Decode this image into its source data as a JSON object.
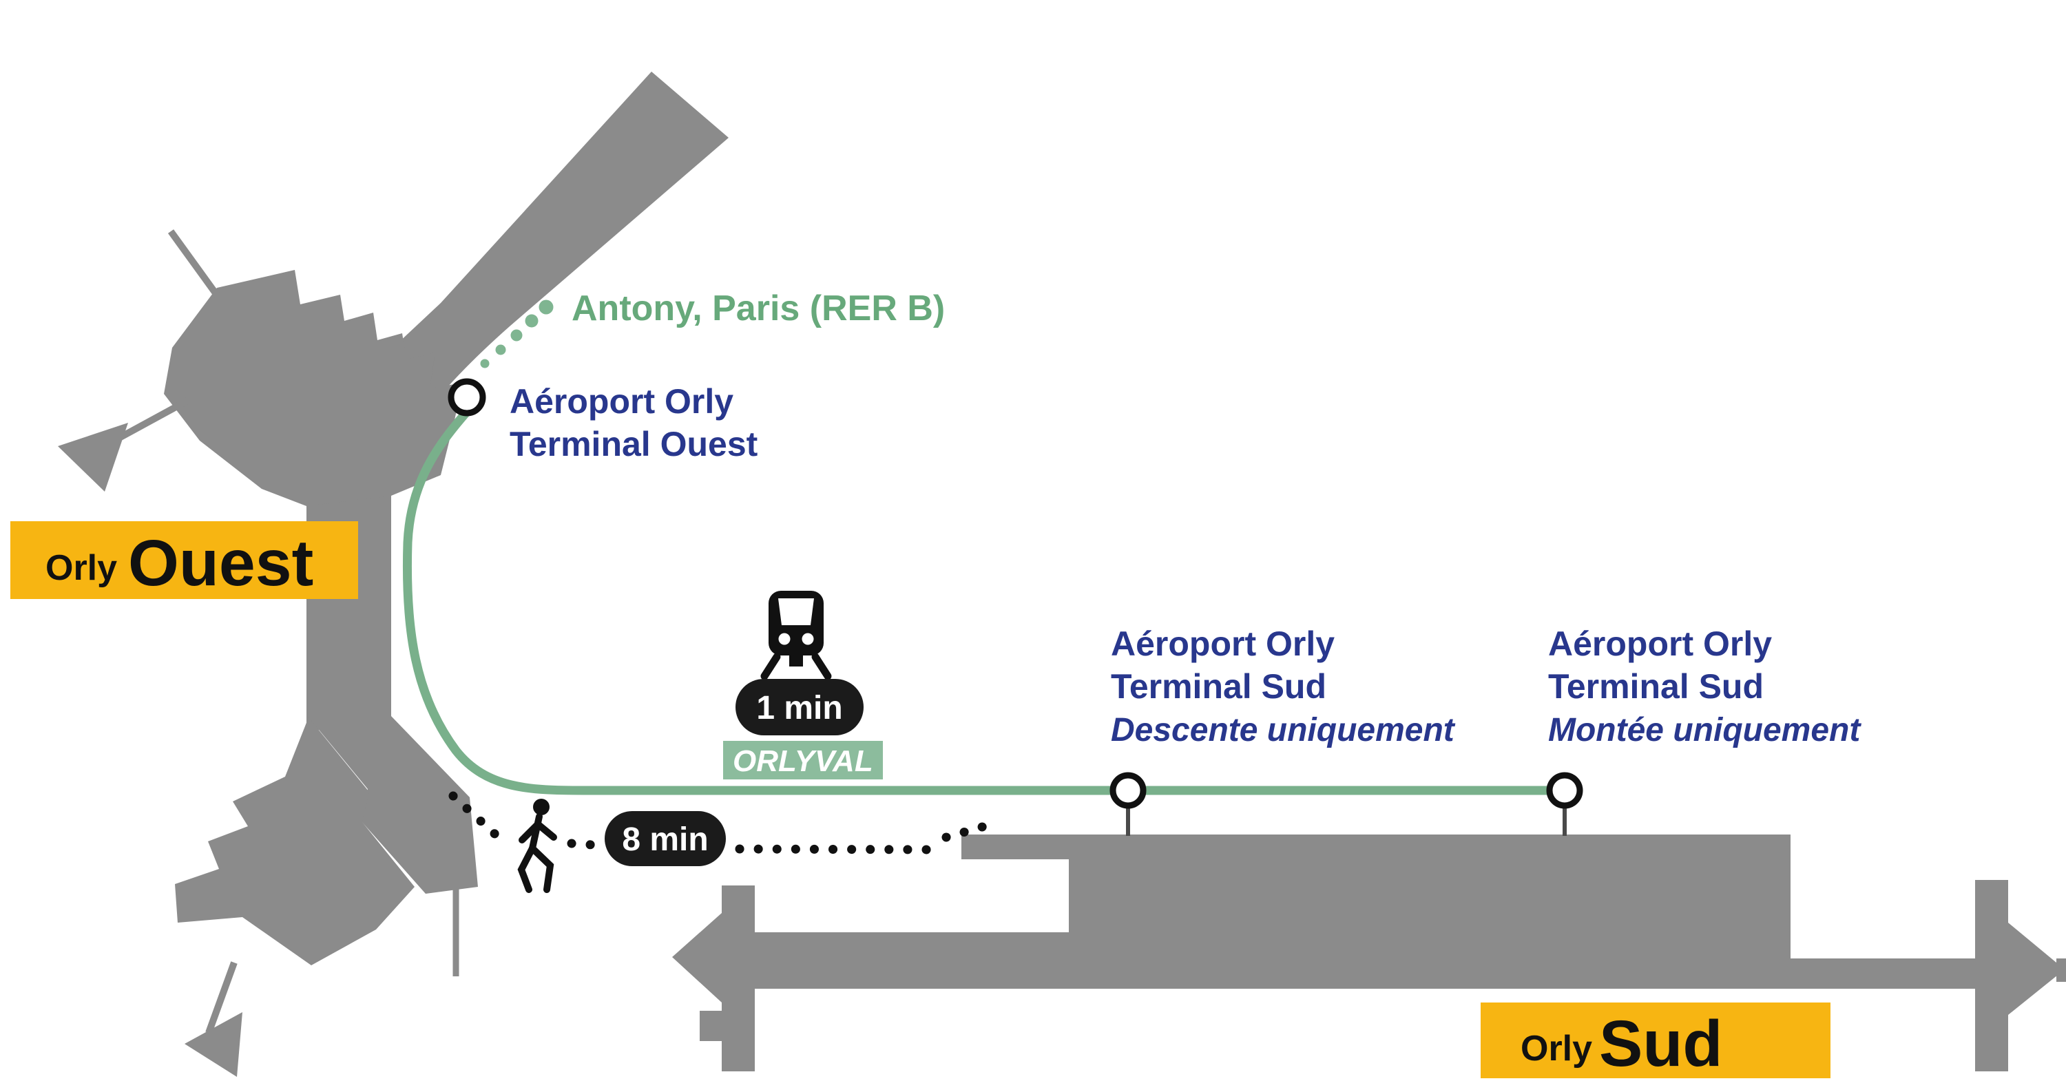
{
  "map": {
    "badges": {
      "west": {
        "small": "Orly",
        "large": "Ouest"
      },
      "south": {
        "small": "Orly",
        "large": "Sud"
      }
    },
    "rer_link": {
      "label": "Antony, Paris (RER B)"
    },
    "stations": {
      "ouest": {
        "line1": "Aéroport Orly",
        "line2": "Terminal Ouest"
      },
      "sud_descente": {
        "line1": "Aéroport Orly",
        "line2": "Terminal Sud",
        "line3": "Descente uniquement"
      },
      "sud_montee": {
        "line1": "Aéroport Orly",
        "line2": "Terminal Sud",
        "line3": "Montée uniquement"
      }
    },
    "line": {
      "name": "ORLYVAL"
    },
    "durations": {
      "train": "1 min",
      "walk": "8 min"
    },
    "icons": [
      "train-icon",
      "walker-icon",
      "station-circle-icon"
    ],
    "colors": {
      "terminal_gray": "#8B8B8B",
      "line_green": "#79B08B",
      "line_box_green": "#8CBC9D",
      "rer_text_green": "#67A97B",
      "badge_yellow": "#F7B512",
      "station_blue": "#28378D",
      "pill_black": "#1B1B1B"
    }
  }
}
